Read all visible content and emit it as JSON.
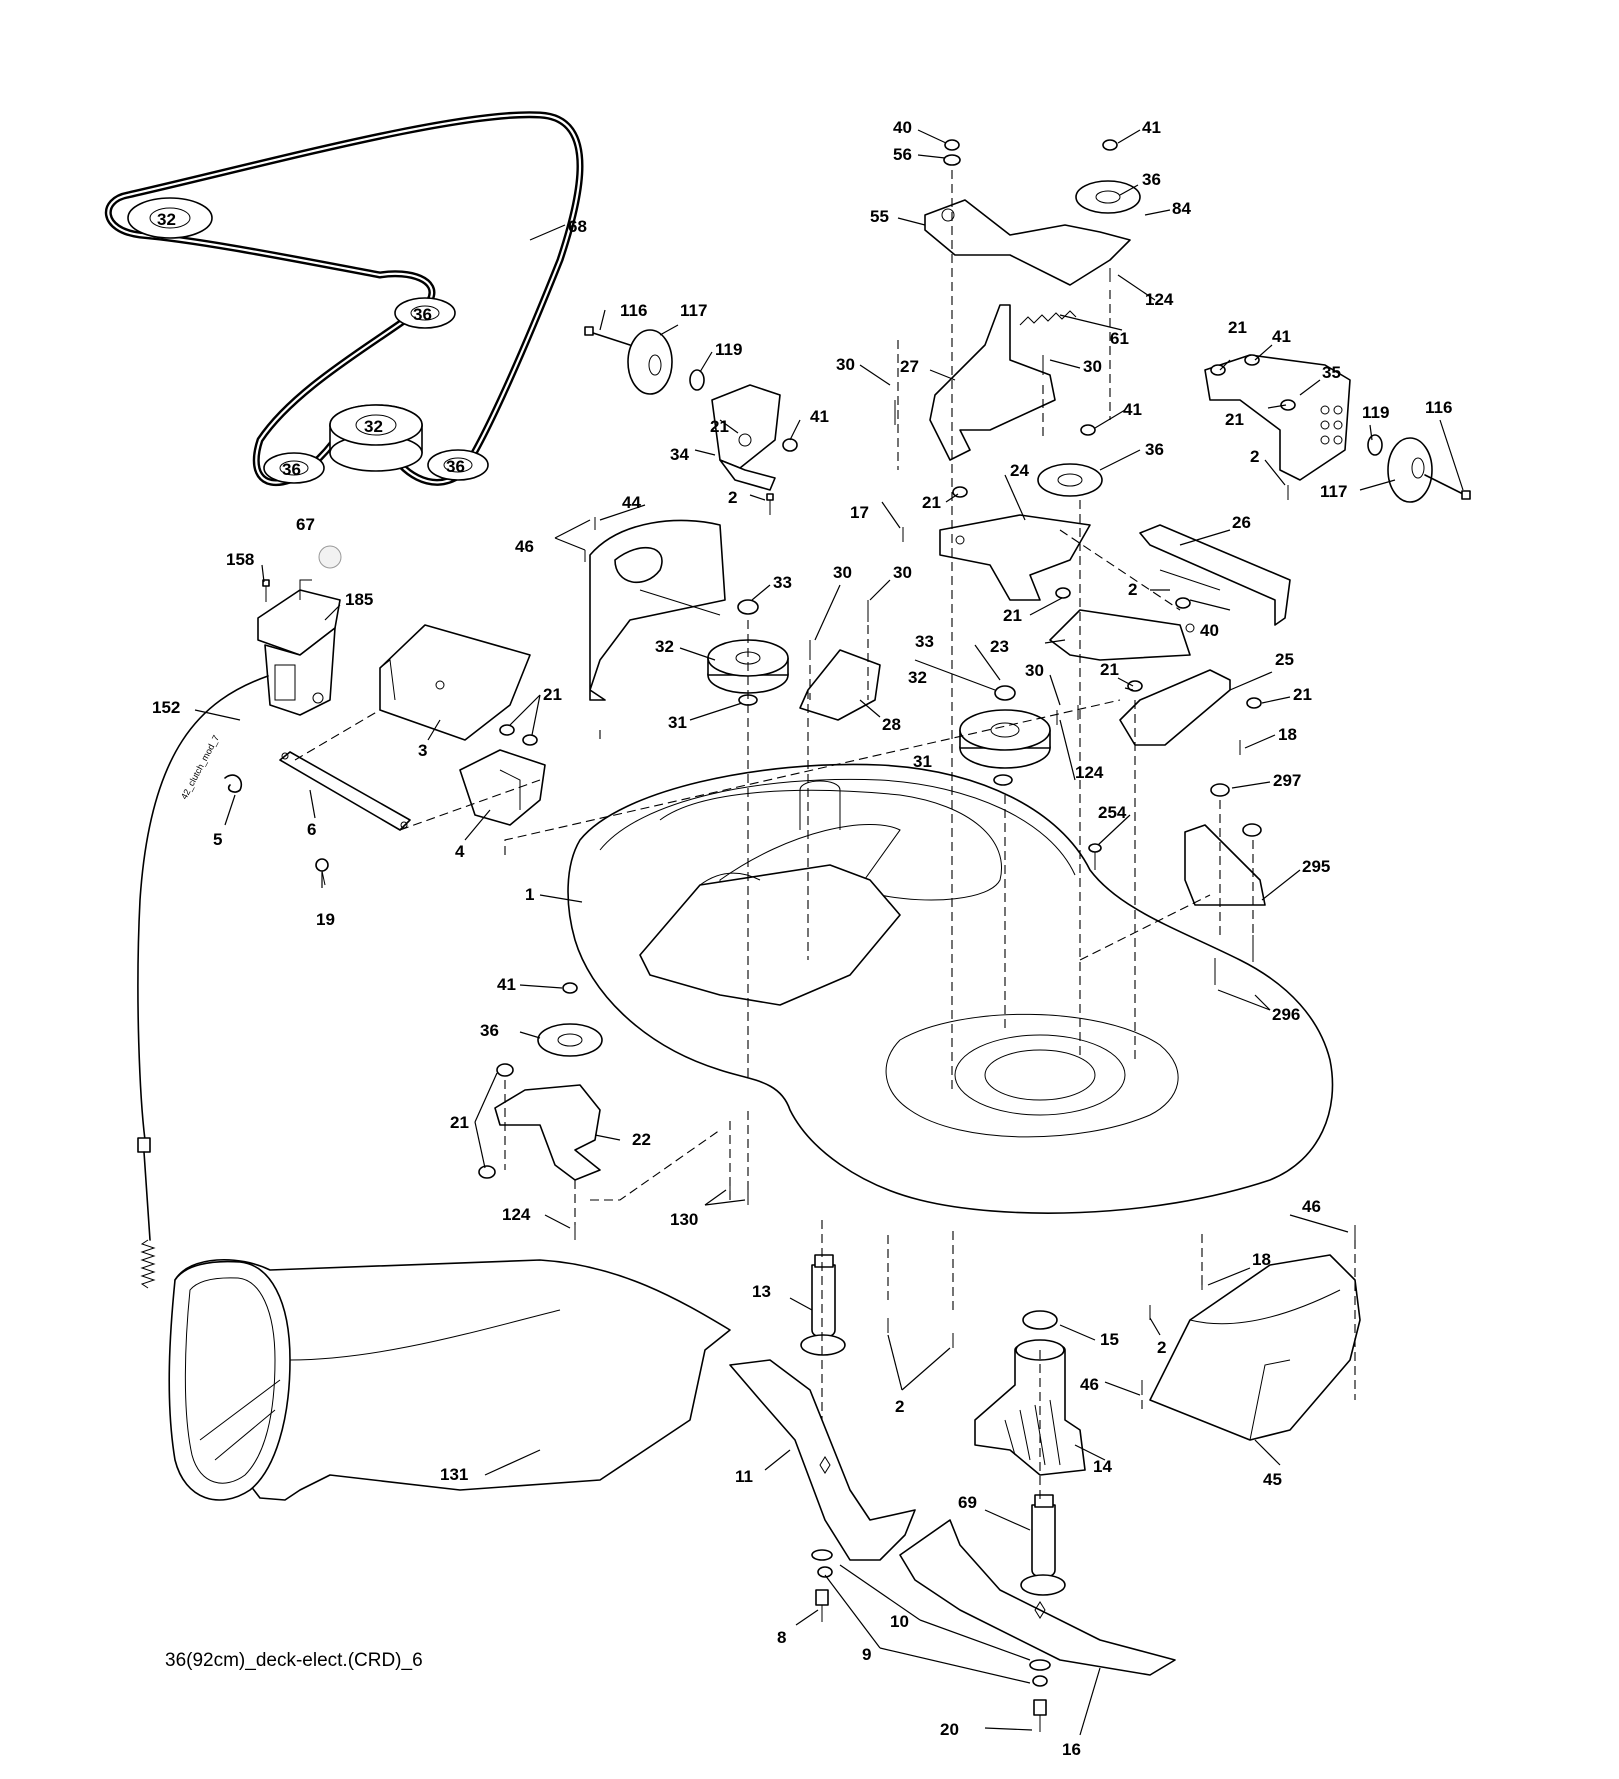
{
  "caption": "36(92cm)_deck-elect.(CRD)_6",
  "cable_tag": "42_clutch_mod_7",
  "belt_pulleys": [
    {
      "label": "32"
    },
    {
      "label": "36"
    },
    {
      "label": "32"
    },
    {
      "label": "36"
    },
    {
      "label": "36"
    }
  ],
  "callouts": [
    {
      "label": "68"
    },
    {
      "label": "67"
    },
    {
      "label": "158"
    },
    {
      "label": "185"
    },
    {
      "label": "152"
    },
    {
      "label": "3"
    },
    {
      "label": "21"
    },
    {
      "label": "5"
    },
    {
      "label": "6"
    },
    {
      "label": "4"
    },
    {
      "label": "19"
    },
    {
      "label": "116"
    },
    {
      "label": "117"
    },
    {
      "label": "119"
    },
    {
      "label": "21"
    },
    {
      "label": "41"
    },
    {
      "label": "34"
    },
    {
      "label": "2"
    },
    {
      "label": "44"
    },
    {
      "label": "46"
    },
    {
      "label": "33"
    },
    {
      "label": "32"
    },
    {
      "label": "31"
    },
    {
      "label": "30"
    },
    {
      "label": "30"
    },
    {
      "label": "28"
    },
    {
      "label": "40"
    },
    {
      "label": "56"
    },
    {
      "label": "55"
    },
    {
      "label": "41"
    },
    {
      "label": "36"
    },
    {
      "label": "84"
    },
    {
      "label": "124"
    },
    {
      "label": "61"
    },
    {
      "label": "30"
    },
    {
      "label": "27"
    },
    {
      "label": "30"
    },
    {
      "label": "41"
    },
    {
      "label": "36"
    },
    {
      "label": "21"
    },
    {
      "label": "17"
    },
    {
      "label": "24"
    },
    {
      "label": "21"
    },
    {
      "label": "33"
    },
    {
      "label": "32"
    },
    {
      "label": "31"
    },
    {
      "label": "30"
    },
    {
      "label": "124"
    },
    {
      "label": "21"
    },
    {
      "label": "41"
    },
    {
      "label": "35"
    },
    {
      "label": "21"
    },
    {
      "label": "119"
    },
    {
      "label": "116"
    },
    {
      "label": "2"
    },
    {
      "label": "117"
    },
    {
      "label": "26"
    },
    {
      "label": "2"
    },
    {
      "label": "40"
    },
    {
      "label": "23"
    },
    {
      "label": "21"
    },
    {
      "label": "25"
    },
    {
      "label": "21"
    },
    {
      "label": "18"
    },
    {
      "label": "297"
    },
    {
      "label": "254"
    },
    {
      "label": "295"
    },
    {
      "label": "296"
    },
    {
      "label": "1"
    },
    {
      "label": "41"
    },
    {
      "label": "36"
    },
    {
      "label": "21"
    },
    {
      "label": "22"
    },
    {
      "label": "124"
    },
    {
      "label": "130"
    },
    {
      "label": "46"
    },
    {
      "label": "18"
    },
    {
      "label": "13"
    },
    {
      "label": "15"
    },
    {
      "label": "2"
    },
    {
      "label": "2"
    },
    {
      "label": "46"
    },
    {
      "label": "14"
    },
    {
      "label": "45"
    },
    {
      "label": "131"
    },
    {
      "label": "11"
    },
    {
      "label": "69"
    },
    {
      "label": "8"
    },
    {
      "label": "10"
    },
    {
      "label": "9"
    },
    {
      "label": "20"
    },
    {
      "label": "16"
    }
  ]
}
